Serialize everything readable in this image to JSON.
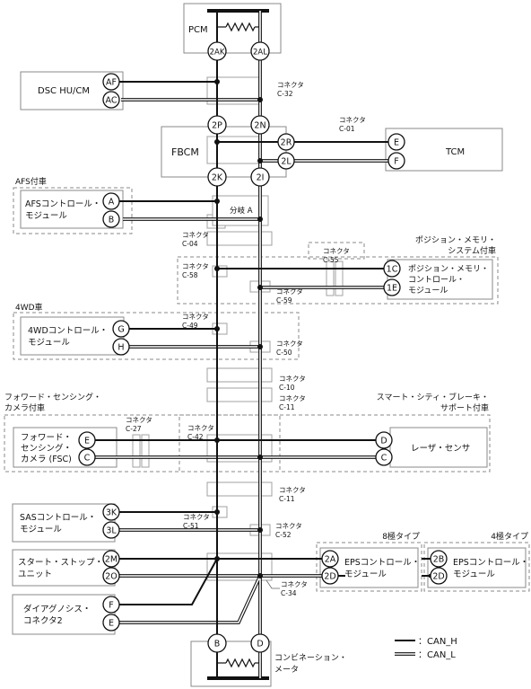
{
  "modules": {
    "pcm": "PCM",
    "dsc": "DSC HU/CM",
    "fbcm": "FBCM",
    "tcm": "TCM",
    "afs": [
      "AFSコントロール・",
      "モジュール"
    ],
    "position": [
      "ポジション・メモリ・",
      "コントロール・",
      "モジュール"
    ],
    "fwd4": [
      "4WDコントロール・",
      "モジュール"
    ],
    "fsc": [
      "フォワード・",
      "センシング・",
      "カメラ (FSC)"
    ],
    "laser": "レーザ・センサ",
    "sas": [
      "SASコントロール・",
      "モジュール"
    ],
    "startstop": [
      "スタート・ストップ・",
      "ユニット"
    ],
    "diag": [
      "ダイアグノシス・",
      "コネクタ2"
    ],
    "eps8": [
      "EPSコントロール・",
      "モジュール"
    ],
    "eps4": [
      "EPSコントロール・",
      "モジュール"
    ],
    "combi": [
      "コンビネーション・",
      "メータ"
    ]
  },
  "groups": {
    "afs": "AFS付車",
    "position": [
      "ポジション・メモリ・",
      "システム付車"
    ],
    "fwd4": "4WD車",
    "fsc": [
      "フォワード・センシング・",
      "カメラ付車"
    ],
    "scbs": [
      "スマート・シティ・ブレーキ・",
      "サポート付車"
    ],
    "eps8": "8極タイプ",
    "eps4": "4極タイプ"
  },
  "branch": "分岐 A",
  "pins": {
    "pcm_h": "2AK",
    "pcm_l": "2AL",
    "dsc_h": "AF",
    "dsc_l": "AC",
    "fbcm_top_h": "2P",
    "fbcm_top_l": "2N",
    "fbcm_r_h": "2R",
    "fbcm_r_l": "2L",
    "fbcm_bot_h": "2K",
    "fbcm_bot_l": "2I",
    "tcm_h": "E",
    "tcm_l": "F",
    "afs_h": "A",
    "afs_l": "B",
    "pos_h": "1C",
    "pos_l": "1E",
    "fwd4_h": "G",
    "fwd4_l": "H",
    "fsc_h": "E",
    "fsc_l": "C",
    "laser_h": "D",
    "laser_l": "C",
    "sas_h": "3K",
    "sas_l": "3L",
    "ss_h": "2M",
    "ss_l": "2O",
    "diag_h": "F",
    "diag_l": "E",
    "eps8_h": "2A",
    "eps8_l": "2D",
    "eps4_h": "2B",
    "eps4_l": "2D",
    "combi_h": "B",
    "combi_l": "D"
  },
  "connectors": {
    "c32": [
      "コネクタ",
      "C-32"
    ],
    "c01": [
      "コネクタ",
      "C-01"
    ],
    "c04": [
      "コネクタ",
      "C-04"
    ],
    "c55": [
      "コネクタ",
      "C-55"
    ],
    "c58": [
      "コネクタ",
      "C-58"
    ],
    "c59": [
      "コネクタ",
      "C-59"
    ],
    "c49": [
      "コネクタ",
      "C-49"
    ],
    "c50": [
      "コネクタ",
      "C-50"
    ],
    "c10": [
      "コネクタ",
      "C-10"
    ],
    "c11a": [
      "コネクタ",
      "C-11"
    ],
    "c27": [
      "コネクタ",
      "C-27"
    ],
    "c42": [
      "コネクタ",
      "C-42"
    ],
    "c11b": [
      "コネクタ",
      "C-11"
    ],
    "c51": [
      "コネクタ",
      "C-51"
    ],
    "c52": [
      "コネクタ",
      "C-52"
    ],
    "c34": [
      "コネクタ",
      "C-34"
    ]
  },
  "legend": {
    "h": "：CAN_H",
    "l": "：CAN_L"
  }
}
